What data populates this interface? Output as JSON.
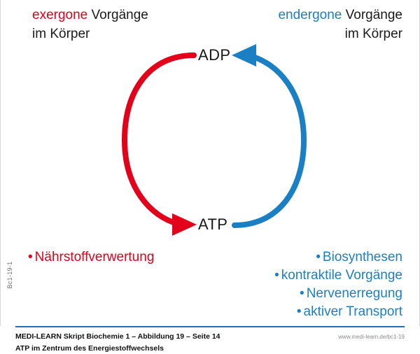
{
  "colors": {
    "exergone_red": "#e2001a",
    "endergone_blue": "#1b7fc3",
    "footer_rule": "#2a6eb5",
    "text_black": "#1a1a1a",
    "side_code_gray": "#6d6d6d",
    "url_gray": "#8a8a8a"
  },
  "headings": {
    "left": {
      "accent": "exergone",
      "rest": " Vorgänge",
      "line2": "im Körper"
    },
    "right": {
      "accent": "endergone",
      "rest": " Vorgänge",
      "line2": "im Körper"
    }
  },
  "diagram": {
    "node_top": "ADP",
    "node_bottom": "ATP",
    "arrow_left_label": "exergone-arrow-adp-to-atp",
    "arrow_right_label": "endergone-arrow-atp-to-adp"
  },
  "lists": {
    "left": {
      "bullet": "•",
      "items": [
        "Nährstoffverwertung"
      ]
    },
    "right": {
      "bullet": "•",
      "items": [
        "Biosynthesen",
        "kontraktile Vorgänge",
        "Nervenerregung",
        "aktiver Transport"
      ]
    }
  },
  "side_code": "Bc1-19-1",
  "footer": {
    "line1": "MEDI-LEARN Skript Biochemie 1 – Abbildung 19 – Seite 14",
    "line2": "ATP im Zentrum des Energiestoffwechsels",
    "url": "www.medi-learn.de/bc1-19"
  }
}
